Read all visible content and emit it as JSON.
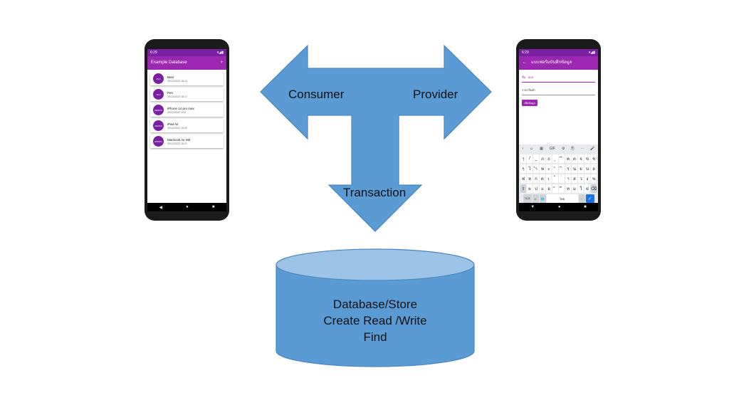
{
  "colors": {
    "arrow_fill": "#5b9bd5",
    "arrow_stroke": "#4a87c0",
    "cylinder_body": "#5b9bd5",
    "cylinder_top": "#9dc3e6",
    "app_bar": "#9c27b0",
    "status_bar": "#7b1fa2"
  },
  "diagram": {
    "consumer": "Consumer",
    "provider": "Provider",
    "transaction": "Transaction",
    "database_lines": [
      "Database/Store",
      "Create Read /Write",
      "Find"
    ]
  },
  "left_phone": {
    "status_time": "6:29",
    "status_icons": "▾◢▮",
    "title": "Example Database",
    "add_icon": "+",
    "items": [
      {
        "avatar": "29.9",
        "title": "Beer",
        "date": "20/12/2022 18:13"
      },
      {
        "avatar": "39.0",
        "title": "Pen",
        "date": "20/12/2022 18:17"
      },
      {
        "avatar": "59000.0",
        "title": "iPhone 14 pro max",
        "date": "20/12/2022 15:0"
      },
      {
        "avatar": "31000.0",
        "title": "iPad Air",
        "date": "20/12/2022 15:20"
      },
      {
        "avatar": "67000.0",
        "title": "Macbook Air M2",
        "date": "20/12/2022 18:21"
      }
    ]
  },
  "right_phone": {
    "status_time": "6:29",
    "status_icons": "▾◢▮",
    "title": "แบบฟอร์มบันทึกข้อมูล",
    "field_name": "ชื่อ - สกุล",
    "field_price": "ราคาสินค้า",
    "submit": "เพิ่มข้อมูล",
    "keyboard_toolbar": [
      "‹",
      "☺",
      "▦",
      "GIF",
      "⚙",
      "⎘",
      "⋯",
      "🎤"
    ],
    "keyboard_rows": [
      [
        "ๅ",
        "/",
        "_",
        "ภ",
        "ถ",
        "ุ",
        "ึ",
        "ค",
        "ต",
        "จ",
        "ข",
        "ช"
      ],
      [
        "ๆ",
        "ไ",
        "ำ",
        "พ",
        "ะ",
        "ั",
        "ี",
        "ร",
        "น",
        "ย",
        "บ",
        "ล"
      ],
      [
        "ฟ",
        "ห",
        "ก",
        "ด",
        "เ",
        "้",
        "่",
        "า",
        "ส",
        "ว",
        "ง",
        "ฃ"
      ],
      [
        "⇧",
        "ผ",
        "ป",
        "แ",
        "อ",
        "ิ",
        "ื",
        "ท",
        "ม",
        "ใ",
        "ฝ",
        "⌫"
      ]
    ],
    "keyboard_bottom": [
      "?123",
      "☺",
      "🌐",
      "ไทย",
      ".",
      "✓"
    ]
  }
}
